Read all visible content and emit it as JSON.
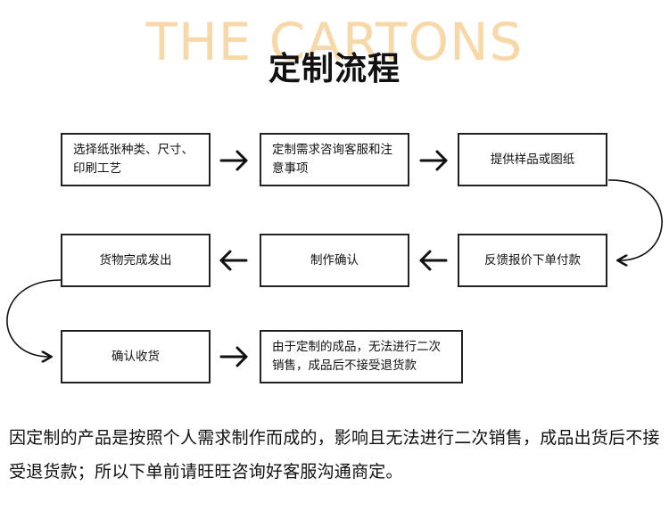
{
  "brand": {
    "text": "THE CARTONS",
    "color": "#f8d8a8"
  },
  "title": "定制流程",
  "steps": [
    {
      "line1": "选择纸张种类、尺寸、",
      "line2": "印刷工艺"
    },
    {
      "line1": "定制需求咨询客服和注",
      "line2": "意事项"
    },
    {
      "line1": "提供样品或图纸",
      "line2": ""
    },
    {
      "line1": "反馈报价下单付款",
      "line2": ""
    },
    {
      "line1": "制作确认",
      "line2": ""
    },
    {
      "line1": "货物完成发出",
      "line2": ""
    },
    {
      "line1": "确认收货",
      "line2": ""
    },
    {
      "line1": "由于定制的成品，无法进行二次",
      "line2": "销售，成品后不接受退货款"
    }
  ],
  "notice": "因定制的产品是按照个人需求制作而成的，影响且无法进行二次销售，成品出货后不接受退货款；所以下单前请旺旺咨询好客服沟通商定。"
}
